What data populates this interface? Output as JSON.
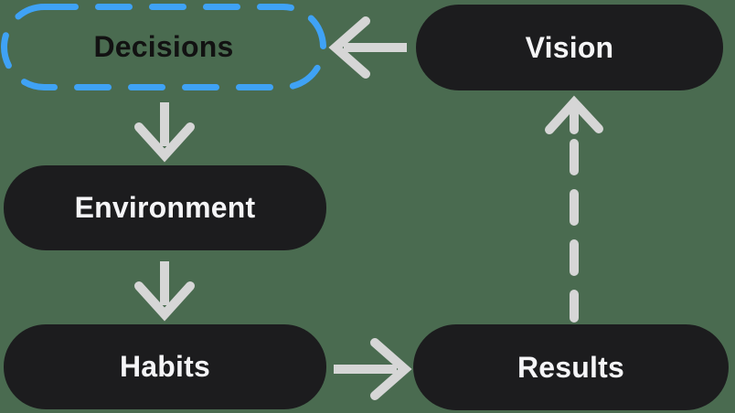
{
  "diagram": {
    "type": "flowchart",
    "nodes": {
      "decisions": {
        "label": "Decisions",
        "highlighted": true
      },
      "vision": {
        "label": "Vision",
        "highlighted": false
      },
      "environment": {
        "label": "Environment",
        "highlighted": false
      },
      "habits": {
        "label": "Habits",
        "highlighted": false
      },
      "results": {
        "label": "Results",
        "highlighted": false
      }
    },
    "edges": [
      {
        "from": "vision",
        "to": "decisions",
        "style": "solid",
        "direction": "left"
      },
      {
        "from": "decisions",
        "to": "environment",
        "style": "solid",
        "direction": "down"
      },
      {
        "from": "environment",
        "to": "habits",
        "style": "solid",
        "direction": "down"
      },
      {
        "from": "habits",
        "to": "results",
        "style": "solid",
        "direction": "right"
      },
      {
        "from": "results",
        "to": "vision",
        "style": "dashed",
        "direction": "up"
      }
    ]
  },
  "colors": {
    "background": "#4a6b50",
    "node_fill": "#1c1c1e",
    "node_text": "#f5f5f7",
    "highlight_border": "#3fa2f5",
    "highlight_text": "#121212",
    "arrow": "#d6d6d6"
  }
}
